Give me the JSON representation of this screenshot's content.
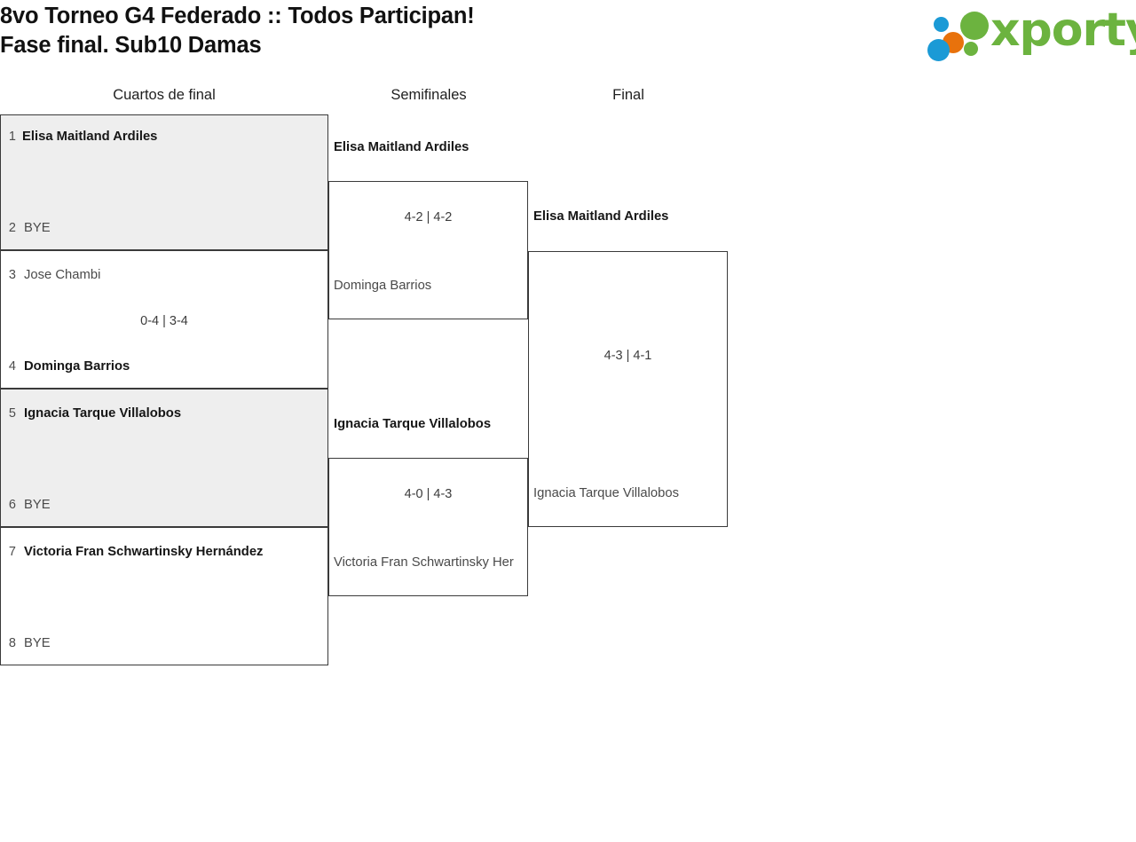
{
  "header": {
    "title": "8vo Torneo G4 Federado :: Todos Participan!\nFase final. Sub10 Damas",
    "logo_text": "xporty",
    "logo_colors": {
      "green": "#6cb33f",
      "blue": "#1b9ad6",
      "orange": "#e8720c"
    }
  },
  "rounds": [
    {
      "label": "Cuartos de final"
    },
    {
      "label": "Semifinales"
    },
    {
      "label": "Final"
    }
  ],
  "quarterfinals": [
    {
      "seed_top": "1",
      "player_top": "Elisa Maitland Ardiles",
      "seed_bottom": "2",
      "player_bottom": "BYE",
      "score": "",
      "shaded": true
    },
    {
      "seed_top": "3",
      "player_top": "Jose Chambi",
      "seed_bottom": "4",
      "player_bottom": "Dominga Barrios",
      "score": "0-4 | 3-4",
      "shaded": false
    },
    {
      "seed_top": "5",
      "player_top": "Ignacia Tarque Villalobos",
      "seed_bottom": "6",
      "player_bottom": "BYE",
      "score": "",
      "shaded": true
    },
    {
      "seed_top": "7",
      "player_top": "Victoria Fran Schwartinsky Hernández",
      "seed_bottom": "8",
      "player_bottom": "BYE",
      "score": "",
      "shaded": false
    }
  ],
  "semifinals": [
    {
      "player_top": "Elisa Maitland Ardiles",
      "player_bottom": "Dominga Barrios",
      "score": "4-2 | 4-2"
    },
    {
      "player_top": "Ignacia Tarque Villalobos",
      "player_bottom": "Victoria Fran Schwartinsky Her",
      "score": "4-0 | 4-3"
    }
  ],
  "final": {
    "player_top": "Elisa Maitland Ardiles",
    "player_bottom": "Ignacia Tarque Villalobos",
    "score": "4-3 | 4-1"
  }
}
